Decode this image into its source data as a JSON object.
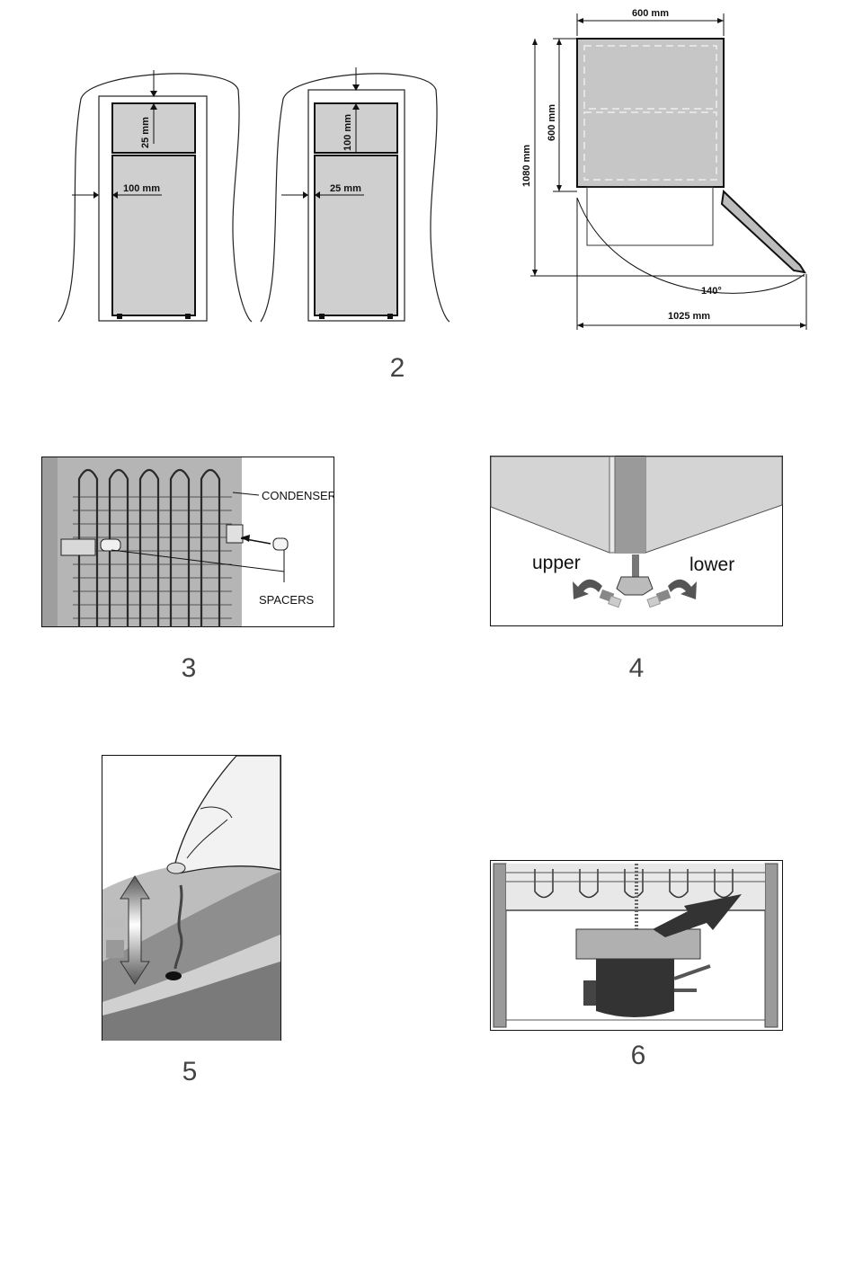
{
  "figure2": {
    "number": "2",
    "left_door": {
      "top_gap": "25 mm",
      "side_gap": "100 mm"
    },
    "right_door": {
      "top_gap": "100 mm",
      "side_gap": "25 mm"
    },
    "plan": {
      "width": "600 mm",
      "depth": "600 mm",
      "total_depth": "1080 mm",
      "angle": "140°",
      "total_width": "1025 mm"
    }
  },
  "figure3": {
    "number": "3",
    "condenser_label": "CONDENSER",
    "spacers_label": "SPACERS"
  },
  "figure4": {
    "number": "4",
    "upper_label": "upper",
    "lower_label": "lower"
  },
  "figure5": {
    "number": "5"
  },
  "figure6": {
    "number": "6"
  }
}
